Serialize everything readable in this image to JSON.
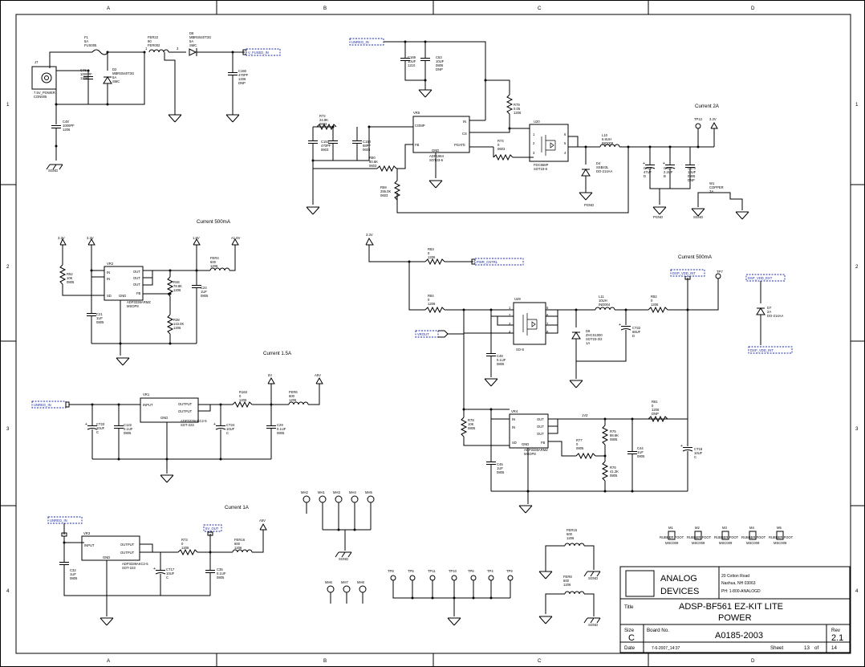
{
  "border": {
    "cols_top": [
      "A",
      "B",
      "C",
      "D"
    ],
    "cols_bottom": [
      "A",
      "B",
      "C",
      "D"
    ],
    "rows_left": [
      "1",
      "2",
      "3",
      "4"
    ],
    "rows_right": [
      "1",
      "2",
      "3",
      "4"
    ]
  },
  "sections": {
    "current_2a": "Current 2A",
    "current_500ma_left": "Current 500mA",
    "current_500ma_right": "Current 500mA",
    "current_1_5a": "Current 1.5A",
    "current_1a": "Current 1A"
  },
  "nets": {
    "vin_top": "V_FUSED_IN",
    "vin_reg": "UNREG_IN",
    "vin_reg3": "UNREG_IN",
    "vin_reg4": "UNREG_IN",
    "v3v": "3.3V",
    "v3v_a": "3.3V",
    "v3v_b": "3.3V",
    "v18": "1.8V",
    "a18": "A1.8V",
    "v5": "5V",
    "a5": "A5V",
    "v5_out": "5V_OUT",
    "a5v_b": "A5V",
    "v33_top": "3.3V",
    "v3v_c": "3.3V",
    "v1v2": "1V2",
    "pwr_ctrl": "PWR_CNTRL",
    "dsp_vdd": "DSP_VDD_INT",
    "dsp_vdd_ext": "DSP_VDD_EXT",
    "dsp_vdd_int2": "DSP_VDD_INT",
    "vroh": "VROUT"
  },
  "components": {
    "j7": [
      "J7",
      "7.5V_POWER",
      "CON005"
    ],
    "f1": [
      "F1",
      "5A",
      "FUS005"
    ],
    "fer22": [
      "FER22",
      "90",
      "FER002"
    ],
    "d8": [
      "D8",
      "MBRS540T3G",
      "5A",
      "SMC"
    ],
    "d2": [
      "D2",
      "MBRS540T3G",
      "5A",
      "SMC"
    ],
    "c46": [
      "C46",
      "1000PF",
      "1206"
    ],
    "c48": [
      "C48",
      "1000PF",
      "1206"
    ],
    "c160": [
      "C160",
      "470PF",
      "1206",
      "DNP"
    ],
    "c169": [
      "C169",
      "10UF",
      "1210"
    ],
    "c53": [
      "C53",
      "10UF",
      "0805",
      "DNP"
    ],
    "r72": [
      "R72",
      "24.9K",
      "0603"
    ],
    "c153": [
      "C153",
      "470PF",
      "0603"
    ],
    "c150": [
      "C150",
      "68PF",
      "0603"
    ],
    "vr5": [
      "VR5",
      "ADP1864",
      "SOT23-6"
    ],
    "vr5_pins": [
      "COMP",
      "CS",
      "IN",
      "PGATE",
      "FB",
      "GND"
    ],
    "r79": [
      "R79",
      "0.05",
      "1206"
    ],
    "r74": [
      "R74",
      "0",
      "0603"
    ],
    "r80": [
      "R80",
      "80.6K",
      "0603"
    ],
    "r59": [
      "R59",
      "255.0K",
      "0603"
    ],
    "u20": [
      "U20",
      "FDC658P",
      "SOT23-6"
    ],
    "l10": [
      "L10",
      "6.8UH",
      "IND009"
    ],
    "d4": [
      "D4",
      "SSB43L",
      "DO-214AA"
    ],
    "ct19": [
      "CT19",
      "47UF",
      "D"
    ],
    "ct20": [
      "CT20",
      "2.2UF",
      "B"
    ],
    "c170": [
      "C170",
      "10UF",
      "0805",
      "DNP"
    ],
    "w1": [
      "W1",
      "COPPER",
      "3A"
    ],
    "tp12": "TP12",
    "vr2": [
      "VR2",
      "ADP3336ARMZ",
      "MSOP8"
    ],
    "vr2_pins": [
      "IN",
      "IN",
      "SD",
      "OUT",
      "OUT",
      "OUT",
      "GND",
      "FB"
    ],
    "r52": [
      "R52",
      "10K",
      "0805"
    ],
    "c21": [
      "C21",
      "1UF",
      "0805"
    ],
    "r46": [
      "R46",
      "78.8K",
      "1206"
    ],
    "r38": [
      "R38",
      "143.0K",
      "1206"
    ],
    "c24": [
      "C24",
      "1UF",
      "0805"
    ],
    "fer4": [
      "FER4",
      "600",
      "1206"
    ],
    "vr1": [
      "VR1",
      "ADP3339AKC2-5",
      "SOT-223"
    ],
    "vr1_pins": [
      "INPUT",
      "OUTPUT",
      "OUTPUT",
      "GND"
    ],
    "ct23": [
      "CT23",
      "10UF",
      "C"
    ],
    "c122": [
      "C122",
      "0.1UF",
      "0805"
    ],
    "r163": [
      "R163",
      "0",
      "1206"
    ],
    "ct24": [
      "CT24",
      "10UF",
      "C"
    ],
    "c29": [
      "C29",
      "0.1UF",
      "0805"
    ],
    "fer6": [
      "FER6",
      "600",
      "1206"
    ],
    "vr3": [
      "VR3",
      "ADP3339AKC2-5",
      "SOT-223"
    ],
    "vr3_pins": [
      "INPUT",
      "OUTPUT",
      "OUTPUT",
      "GND"
    ],
    "c32": [
      "C32",
      "1UF",
      "0805"
    ],
    "r73": [
      "R73",
      "0",
      "1206"
    ],
    "ct17": [
      "CT17",
      "10UF",
      "C"
    ],
    "c35": [
      "C35",
      "0.1UF",
      "0805"
    ],
    "fer16": [
      "FER16",
      "600",
      "1206"
    ],
    "r83": [
      "R83",
      "0",
      "1206"
    ],
    "r84": [
      "R84",
      "0",
      "1206"
    ],
    "u29": [
      "U29",
      "SO-8"
    ],
    "c48b": [
      "C48",
      "0.1UF",
      "0805"
    ],
    "l11": [
      "L11",
      "10UH",
      "IND004"
    ],
    "d6": [
      "D6",
      "ZHCS1000",
      "SOT23-3/2",
      "1A"
    ],
    "ct22": [
      "CT22",
      "68UF",
      "D"
    ],
    "r82": [
      "R82",
      "0",
      "1206"
    ],
    "tp7": "TP7",
    "d7": [
      "D7",
      "2A",
      "DO-214AA"
    ],
    "vr4": [
      "VR4",
      "ADP3336ARMZ",
      "MSOP8"
    ],
    "vr4_pins": [
      "IN",
      "IN",
      "SD",
      "OUT",
      "OUT",
      "OUT",
      "GND",
      "FB"
    ],
    "r78": [
      "R78",
      "10K",
      "0805"
    ],
    "c45": [
      "C45",
      "1UF",
      "0805"
    ],
    "r77": [
      "R77",
      "0",
      "0805"
    ],
    "r75": [
      "R75",
      "88.6K",
      "0805"
    ],
    "r76": [
      "R76",
      "41.2K",
      "0805"
    ],
    "c44": [
      "C44",
      "1UF",
      "0805"
    ],
    "r81": [
      "R81",
      "0",
      "1206",
      "DNP"
    ],
    "ct18": [
      "CT18",
      "10UF",
      "C"
    ],
    "mh_top": [
      "MH2",
      "MH1",
      "MH3",
      "MH4",
      "MH5"
    ],
    "mh_bot": [
      "MH6",
      "MH7",
      "MH8"
    ],
    "tps": [
      "TP8",
      "TP5",
      "TP11",
      "TP10",
      "TP6",
      "TP4",
      "TP9"
    ],
    "feet": [
      [
        "M1",
        "RUBBER FOOT",
        "MSC009"
      ],
      [
        "M2",
        "RUBBER FOOT",
        "MSC009"
      ],
      [
        "M3",
        "RUBBER FOOT",
        "MSC009"
      ],
      [
        "M4",
        "RUBBER FOOT",
        "MSC009"
      ],
      [
        "M5",
        "RUBBER FOOT",
        "MSC009"
      ]
    ],
    "fer15": [
      "FER15",
      "600",
      "1206"
    ],
    "fer8": [
      "FER8",
      "600",
      "1206"
    ],
    "sgnd": "SGND",
    "pgnd": "PGND"
  },
  "title_block": {
    "company_line1": "ANALOG",
    "company_line2": "DEVICES",
    "address1": "20 Cotton Road",
    "address2": "Nashua, NH 03063",
    "phone": "PH: 1-800-ANALOGD",
    "title_label": "Title",
    "title1": "ADSP-BF561 EZ-KIT LITE",
    "title2": "POWER",
    "size_label": "Size",
    "size": "C",
    "board_label": "Board No.",
    "board": "A0185-2003",
    "rev_label": "Rev",
    "rev": "2.1",
    "date_label": "Date",
    "date": "7-6-2007_14:37",
    "sheet_label": "Sheet",
    "sheet": "13",
    "of_label": "of",
    "total": "14"
  }
}
